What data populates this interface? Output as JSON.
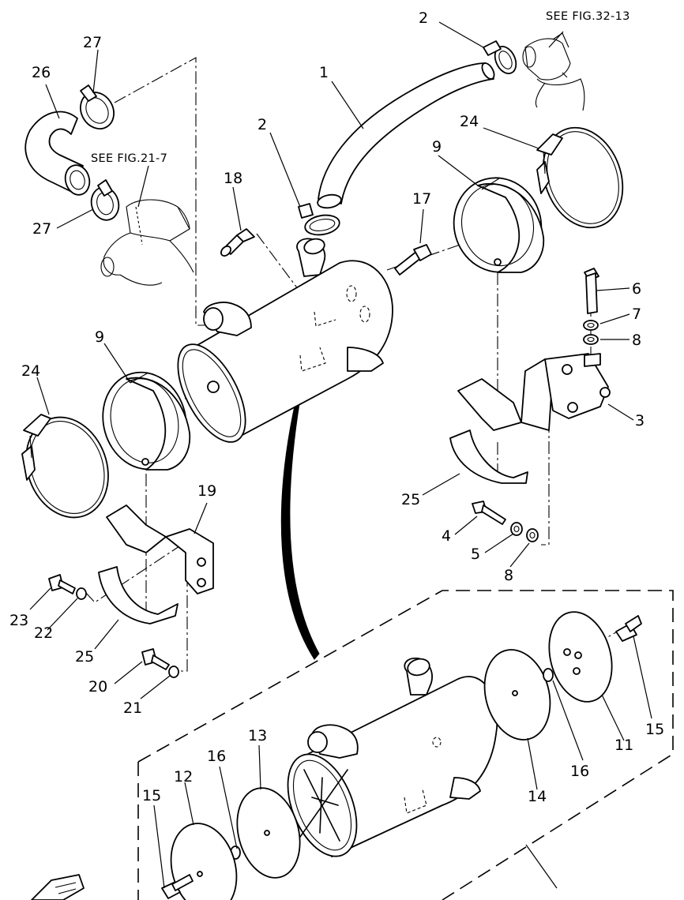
{
  "diagram": {
    "references": {
      "top": "SEE FIG.32-13",
      "left": "SEE FIG.21-7"
    },
    "labels": {
      "p1": "1",
      "p2a": "2",
      "p2b": "2",
      "p3": "3",
      "p4": "4",
      "p5": "5",
      "p6": "6",
      "p7": "7",
      "p8a": "8",
      "p8b": "8",
      "p9a": "9",
      "p9b": "9",
      "p11": "11",
      "p12": "12",
      "p13": "13",
      "p14": "14",
      "p15a": "15",
      "p15b": "15",
      "p16a": "16",
      "p16b": "16",
      "p17": "17",
      "p18": "18",
      "p19": "19",
      "p20": "20",
      "p21": "21",
      "p22": "22",
      "p23": "23",
      "p24a": "24",
      "p24b": "24",
      "p25a": "25",
      "p25b": "25",
      "p26": "26",
      "p27a": "27",
      "p27b": "27"
    }
  }
}
